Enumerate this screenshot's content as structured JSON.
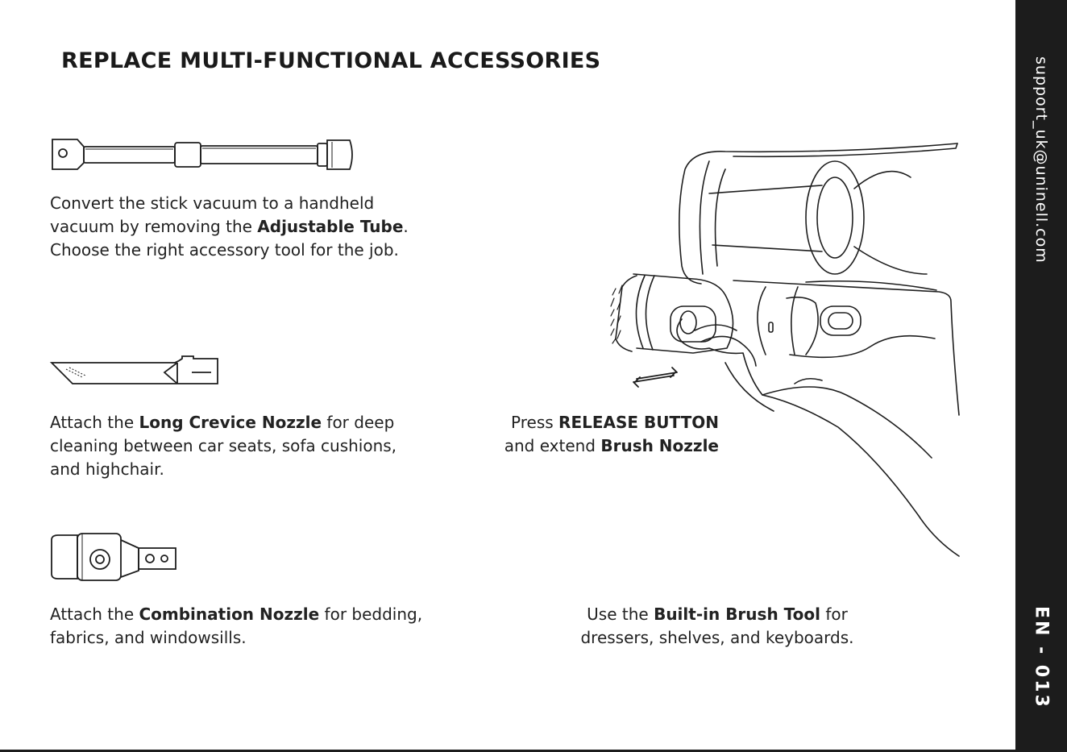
{
  "title": "REPLACE MULTI-FUNCTIONAL ACCESSORIES",
  "sections": {
    "tube": {
      "lines": [
        {
          "pre": "Convert the stick vacuum to a handheld",
          "bold": "",
          "post": ""
        },
        {
          "pre": "vacuum by removing the ",
          "bold": "Adjustable Tube",
          "post": "."
        },
        {
          "pre": "Choose the right accessory tool for the job.",
          "bold": "",
          "post": ""
        }
      ]
    },
    "crevice": {
      "lines": [
        {
          "pre": "Attach the ",
          "bold": "Long Crevice Nozzle",
          "post": " for deep"
        },
        {
          "pre": "cleaning between car seats, sofa cushions,",
          "bold": "",
          "post": ""
        },
        {
          "pre": "and highchair.",
          "bold": "",
          "post": ""
        }
      ]
    },
    "combination": {
      "lines": [
        {
          "pre": "Attach the ",
          "bold": "Combination Nozzle",
          "post": " for bedding,"
        },
        {
          "pre": "fabrics, and windowsills.",
          "bold": "",
          "post": ""
        }
      ]
    },
    "release": {
      "lines": [
        {
          "pre": "Press ",
          "bold": "RELEASE BUTTON",
          "post": ""
        },
        {
          "pre": "and extend ",
          "bold": "Brush Nozzle",
          "post": ""
        }
      ]
    },
    "brush": {
      "lines": [
        {
          "pre": "Use the ",
          "bold": "Built-in Brush Tool",
          "post": " for"
        },
        {
          "pre": "dressers, shelves, and keyboards.",
          "bold": "",
          "post": ""
        }
      ]
    }
  },
  "sidebar": {
    "email": "support_uk@uninell.com",
    "page_label": "EN - 013"
  },
  "colors": {
    "line_art": "#1e1e1e",
    "sidebar_bg": "#1c1c1c",
    "sidebar_text": "#ffffff"
  }
}
